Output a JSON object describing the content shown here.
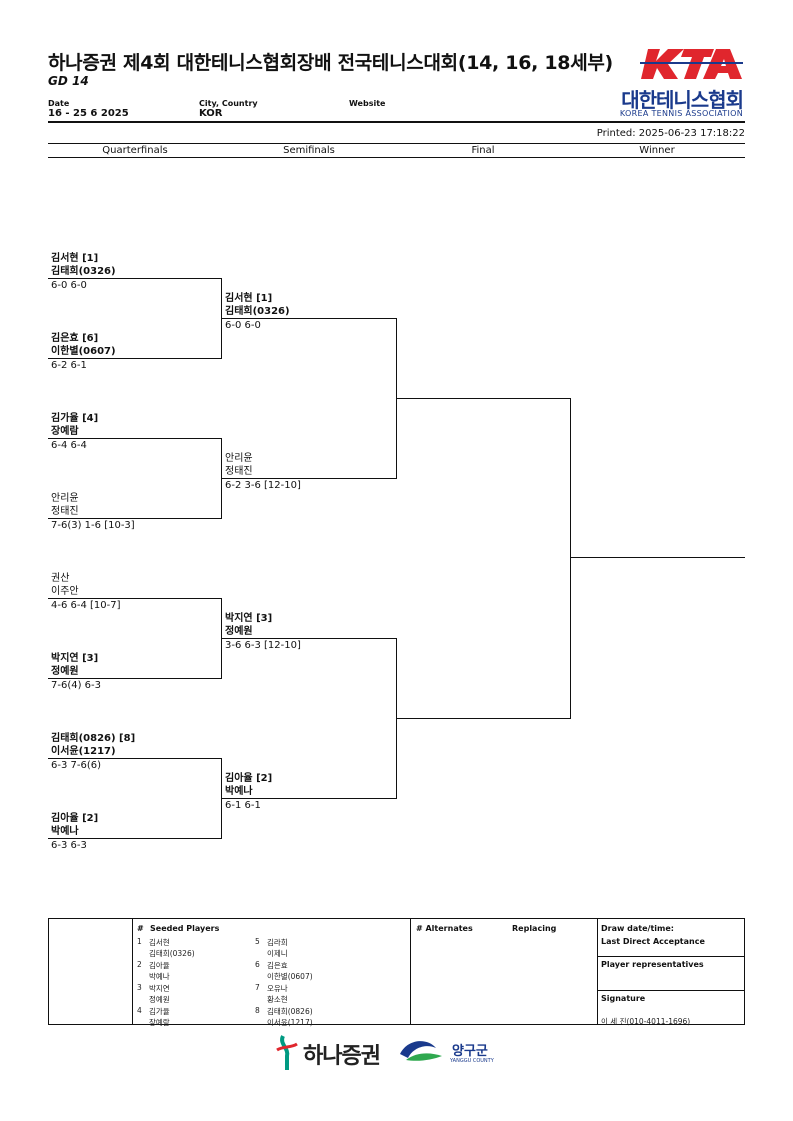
{
  "header": {
    "title": "하나증권 제4회 대한테니스협회장배 전국테니스대회(14, 16, 18세부)",
    "subtitle": "GD 14",
    "date_label": "Date",
    "date_value": "16 - 25 6 2025",
    "city_label": "City, Country",
    "city_value": "KOR",
    "website_label": "Website",
    "printed": "Printed: 2025-06-23 17:18:22",
    "logo_mark": "KTA",
    "logo_ko": "대한테니스협회",
    "logo_en": "KOREA TENNIS ASSOCIATION"
  },
  "rounds": [
    "Quarterfinals",
    "Semifinals",
    "Final",
    "Winner"
  ],
  "quarterfinals": [
    {
      "p1": "김서현 [1]",
      "p2": "김태희(0326)",
      "score": "6-0 6-0",
      "bold": true
    },
    {
      "p1": "김은효 [6]",
      "p2": "이한별(0607)",
      "score": "6-2 6-1",
      "bold": true
    },
    {
      "p1": "김가율 [4]",
      "p2": "장예람",
      "score": "6-4 6-4",
      "bold": true
    },
    {
      "p1": "안리윤",
      "p2": "정태진",
      "score": "7-6(3) 1-6 [10-3]",
      "bold": false
    },
    {
      "p1": "권산",
      "p2": "이주안",
      "score": "4-6 6-4 [10-7]",
      "bold": false
    },
    {
      "p1": "박지연 [3]",
      "p2": "정예원",
      "score": "7-6(4) 6-3",
      "bold": true
    },
    {
      "p1": "김태희(0826) [8]",
      "p2": "이서윤(1217)",
      "score": "6-3 7-6(6)",
      "bold": true
    },
    {
      "p1": "김아율 [2]",
      "p2": "박예나",
      "score": "6-3 6-3",
      "bold": true
    }
  ],
  "semifinals": [
    {
      "p1": "김서현 [1]",
      "p2": "김태희(0326)",
      "score": "6-0 6-0",
      "bold": true
    },
    {
      "p1": "안리윤",
      "p2": "정태진",
      "score": "6-2 3-6 [12-10]",
      "bold": false
    },
    {
      "p1": "박지연 [3]",
      "p2": "정예원",
      "score": "3-6 6-3 [12-10]",
      "bold": true
    },
    {
      "p1": "김아율 [2]",
      "p2": "박예나",
      "score": "6-1 6-1",
      "bold": true
    }
  ],
  "footer": {
    "seeded_title": "Seeded Players",
    "hash": "#",
    "seeds": [
      {
        "n": "1",
        "a": "김서현",
        "b": "김태희(0326)"
      },
      {
        "n": "2",
        "a": "김아율",
        "b": "박예나"
      },
      {
        "n": "3",
        "a": "박지연",
        "b": "정예원"
      },
      {
        "n": "4",
        "a": "김가율",
        "b": "장예람"
      },
      {
        "n": "5",
        "a": "김라희",
        "b": "이제니"
      },
      {
        "n": "6",
        "a": "김은효",
        "b": "이한별(0607)"
      },
      {
        "n": "7",
        "a": "오유나",
        "b": "황소현"
      },
      {
        "n": "8",
        "a": "김태희(0826)",
        "b": "이서윤(1217)"
      }
    ],
    "alternates": "# Alternates",
    "replacing": "Replacing",
    "draw_date": "Draw date/time:",
    "last_direct": "Last Direct Acceptance",
    "player_reps": "Player representatives",
    "signature": "Signature",
    "signature_value": "이 세 진(010-4011-1696)"
  },
  "sponsors": {
    "hana": "하나증권",
    "yanggu": "양구군",
    "yanggu_en": "YANGGU COUNTY"
  },
  "colors": {
    "kta_red": "#e0262d",
    "kta_blue": "#1a3a8c",
    "hana_green": "#009a82"
  }
}
